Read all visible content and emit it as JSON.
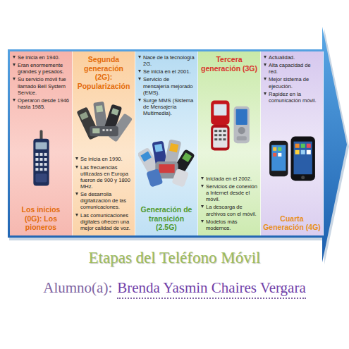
{
  "diagram": {
    "title": "Etapas del Teléfono Móvil",
    "nodes": [
      {
        "text": [
          "Se inicia en 1940.",
          "Eran enormemente grandes y pesados.",
          "Su servicio móvil fue llamado Bell System Service.",
          "Operaron desde 1946 hasta 1985.",
          "Los inicios (0G): Los pioneros"
        ]
      },
      {
        "text": [
          "Segunda generación (2G): Popularización",
          "Se inicia en 1990.",
          "Las frecuencias utilizadas en Europa fueron de 900 y 1800 MHz.",
          "Se desarrolla digitalización de las comunicaciones.",
          "Las comunicaciones digitales ofrecen una mejor calidad de voz."
        ]
      },
      {
        "text": [
          "Nace de la tecnología 2G.",
          "Se inicia en el 2001.",
          "Servicio de mensajería mejorado (EMS).",
          "Surge MMS (Sistema de Mensajería Multimedia).",
          "Generación de transición (2.5G)"
        ]
      },
      {
        "text": [
          "Tercera generación (3G)",
          "Iniciada en el 2002.",
          "Servicios de conexión a Internet desde el móvil.",
          "La descarga de archivos con el móvil.",
          "Modelos más modernos."
        ]
      },
      {
        "text": [
          "Actualidad.",
          "Alta capacidad de red.",
          "Mejor sistema de ejecución.",
          "Rapidez en la comunicación móvil.",
          "Cuarta Generación (4G)"
        ]
      }
    ],
    "labels": [
      "Alumno(a):",
      "Brenda Yasmin Chaires Vergara"
    ]
  }
}
